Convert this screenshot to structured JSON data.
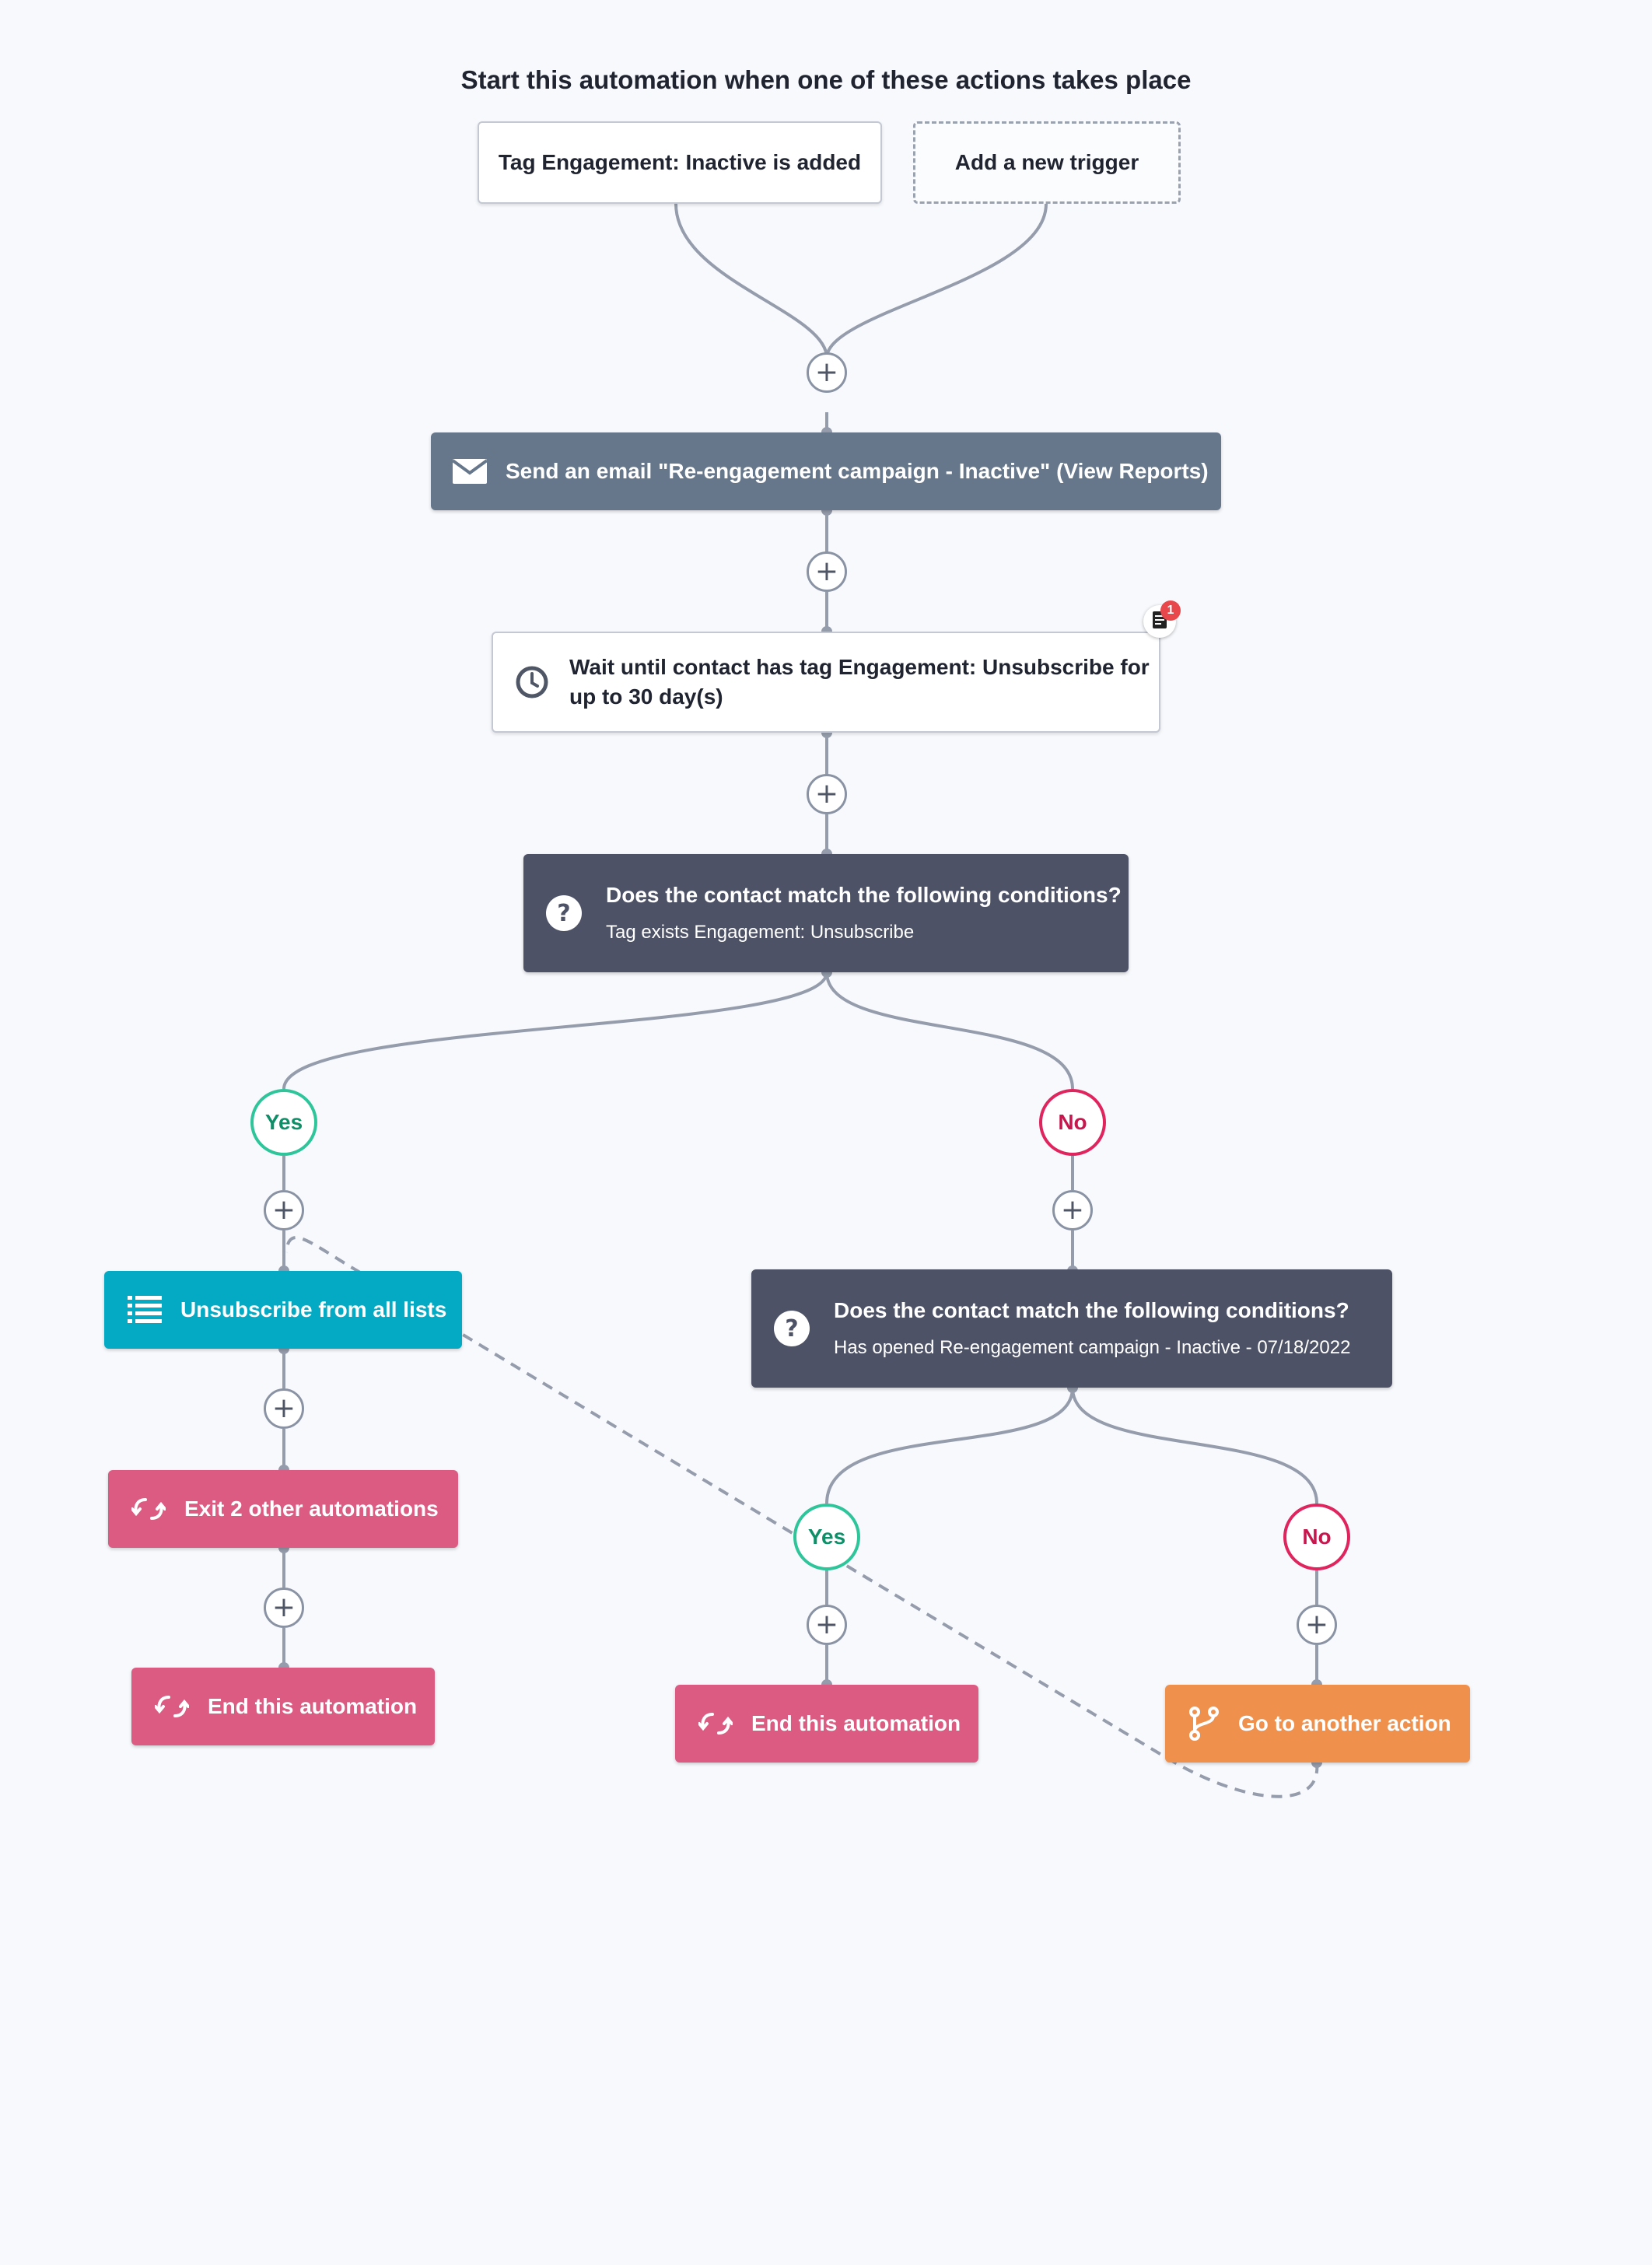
{
  "header": {
    "title": "Start this automation when one of these actions takes place"
  },
  "triggers": {
    "existing": "Tag Engagement: Inactive is added",
    "add_new": "Add a new trigger"
  },
  "actions": {
    "send_email": "Send an email \"Re-engagement campaign - Inactive\" (View Reports)",
    "wait": "Wait until contact has tag Engagement: Unsubscribe for up to 30 day(s)",
    "wait_note_count": "1",
    "condition1": {
      "title": "Does the contact match the following conditions?",
      "subtitle": "Tag exists Engagement: Unsubscribe"
    },
    "condition2": {
      "title": "Does the contact match the following conditions?",
      "subtitle": "Has opened Re-engagement campaign - Inactive - 07/18/2022"
    },
    "unsubscribe": "Unsubscribe from all lists",
    "exit_other": "Exit 2 other automations",
    "end_left": "End this automation",
    "end_middle": "End this automation",
    "goto": "Go to another action"
  },
  "branches": {
    "yes": "Yes",
    "no": "No"
  },
  "add_step_symbol": "+",
  "icons": [
    "envelope-icon",
    "clock-icon",
    "note-icon",
    "question-icon",
    "list-icon",
    "exit-automation-icon",
    "branch-icon"
  ],
  "colors": {
    "email": "#66768b",
    "condition": "#4d5266",
    "unsubscribe": "#04aac3",
    "exit": "#dc5b82",
    "goto": "#ef914d",
    "yes": "#2ec59a",
    "no": "#e0245e"
  }
}
